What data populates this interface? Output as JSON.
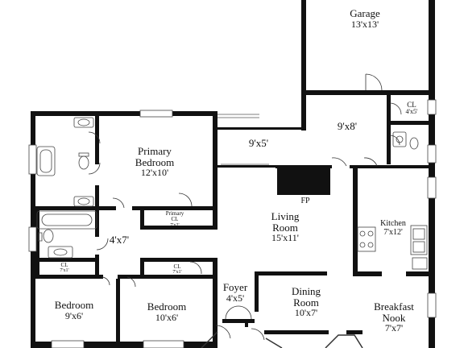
{
  "rooms": {
    "garage": {
      "name": "Garage",
      "dims": "13'x13'"
    },
    "utility": {
      "dims": "9'x8'"
    },
    "closet_garage": {
      "name": "CL",
      "dims": "4'x5'"
    },
    "hall_9x5": {
      "dims": "9'x5'"
    },
    "primary_bedroom": {
      "name_line1": "Primary",
      "name_line2": "Bedroom",
      "dims": "12'x10'"
    },
    "primary_cl": {
      "name_line1": "Primary",
      "name_line2": "CL",
      "dims": "7'x2'"
    },
    "fireplace": {
      "name": "FP"
    },
    "living_room": {
      "name_line1": "Living",
      "name_line2": "Room",
      "dims": "15'x11'"
    },
    "kitchen": {
      "name": "Kitchen",
      "dims": "7'x12'"
    },
    "hall_4x7": {
      "dims": "4'x7'"
    },
    "cl_left": {
      "name": "CL",
      "dims": "7'x1'"
    },
    "cl_mid": {
      "name": "CL",
      "dims": "7'x1'"
    },
    "bedroom_1": {
      "name": "Bedroom",
      "dims": "9'x6'"
    },
    "bedroom_2": {
      "name": "Bedroom",
      "dims": "10'x6'"
    },
    "foyer": {
      "name": "Foyer",
      "dims": "4'x5'"
    },
    "dining_room": {
      "name_line1": "Dining",
      "name_line2": "Room",
      "dims": "10'x7'"
    },
    "breakfast_nook": {
      "name_line1": "Breakfast",
      "name_line2": "Nook",
      "dims": "7'x7'"
    }
  }
}
